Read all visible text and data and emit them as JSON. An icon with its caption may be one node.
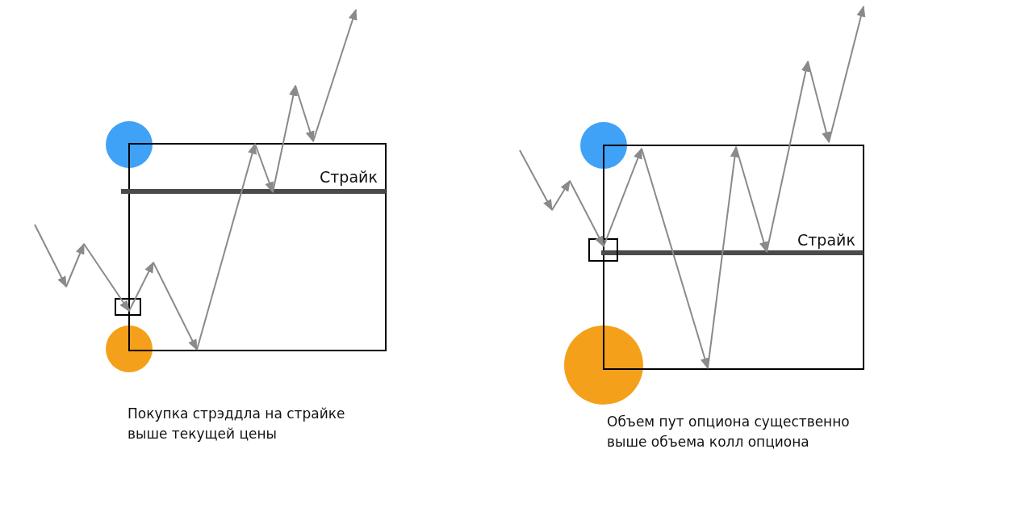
{
  "diagram": {
    "labels": [
      "Страйк",
      "Покупка стрэддла на страйке выше текущей цены",
      "Страйк",
      "Объем пут опциона существенно выше объема колл опциона"
    ]
  }
}
